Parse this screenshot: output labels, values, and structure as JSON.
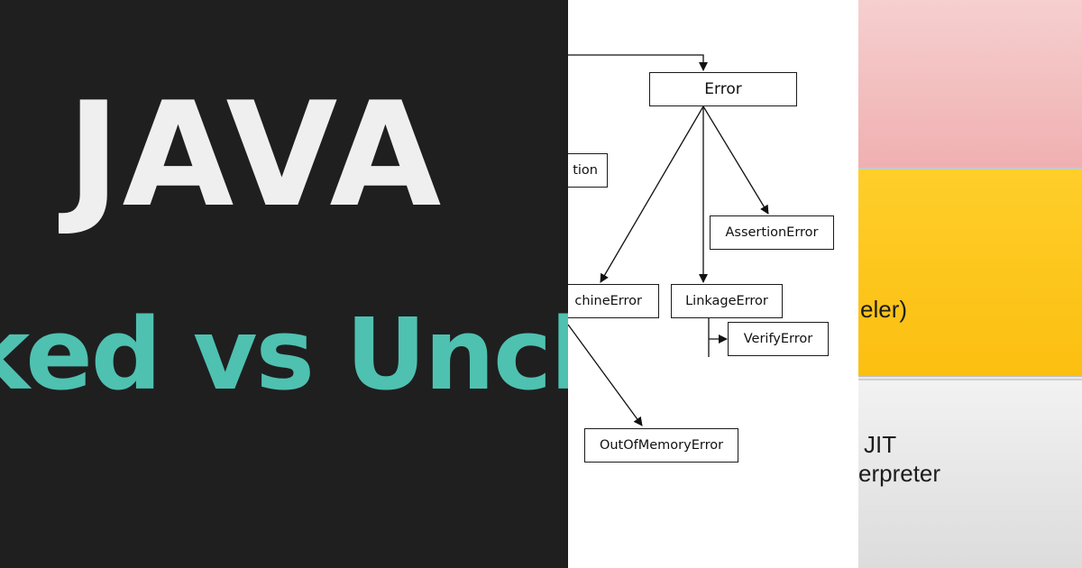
{
  "left": {
    "title": "JAVA",
    "subtitle": "ked vs Unch"
  },
  "diagram": {
    "nodes": {
      "error": "Error",
      "exception_fragment": "tion",
      "assertion_error": "AssertionError",
      "virtual_machine_error_fragment": "chineError",
      "linkage_error": "LinkageError",
      "verify_error": "VerifyError",
      "out_of_memory_error": "OutOfMemoryError"
    }
  },
  "right": {
    "yellow_text": "eler)",
    "grey_line1": "JIT",
    "grey_line2": "erpreter"
  },
  "colors": {
    "left_bg": "#1f1f1f",
    "title": "#efefef",
    "accent_teal": "#4fc1b1",
    "pink": "#f0b0b1",
    "yellow": "#fbbf10",
    "grey": "#e6e6e6"
  }
}
